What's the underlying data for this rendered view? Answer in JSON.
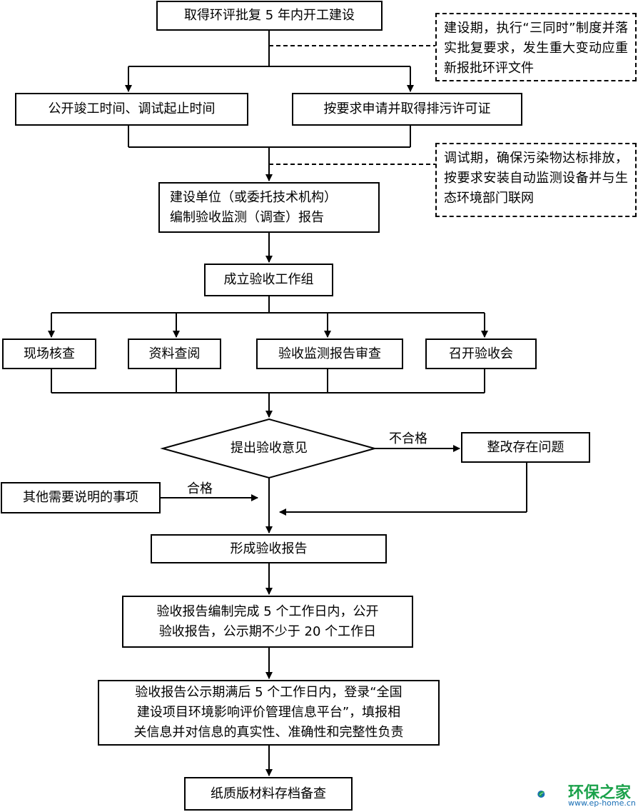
{
  "flow": {
    "start": "取得环评批复 5 年内开工建设",
    "note_construction": "建设期，执行“三同时”制度并落实批复要求，发生重大变动应重新报批环评文件",
    "publish_times": "公开竣工时间、调试起止时间",
    "permit": "按要求申请并取得排污许可证",
    "note_debug": "调试期，确保污染物达标排放，按要求安装自动监测设备并与生态环境部门联网",
    "report_prepare": "建设单位（或委托技术机构）\n编制验收监测（调查）报告",
    "working_group": "成立验收工作组",
    "site_check": "现场核查",
    "data_review": "资料查阅",
    "report_review": "验收监测报告审查",
    "meeting": "召开验收会",
    "opinion": "提出验收意见",
    "fail_label": "不合格",
    "rectify": "整改存在问题",
    "other_items": "其他需要说明的事项",
    "pass_label": "合格",
    "form_report": "形成验收报告",
    "publicize": "验收报告编制完成 5 个工作日内，公开\n验收报告，公示期不少于 20 个工作日",
    "register": "验收报告公示期满后 5 个工作日内，登录“全国\n建设项目环境影响评价管理信息平台”，填报相\n关信息并对信息的真实性、准确性和完整性负责",
    "archive": "纸质版材料存档备查"
  },
  "watermark": {
    "name": "环保之家",
    "url": "www.ep-home.cn"
  },
  "colors": {
    "line": "#000000",
    "logo_green": "#1aa14a",
    "logo_blue": "#1a6fb5"
  }
}
